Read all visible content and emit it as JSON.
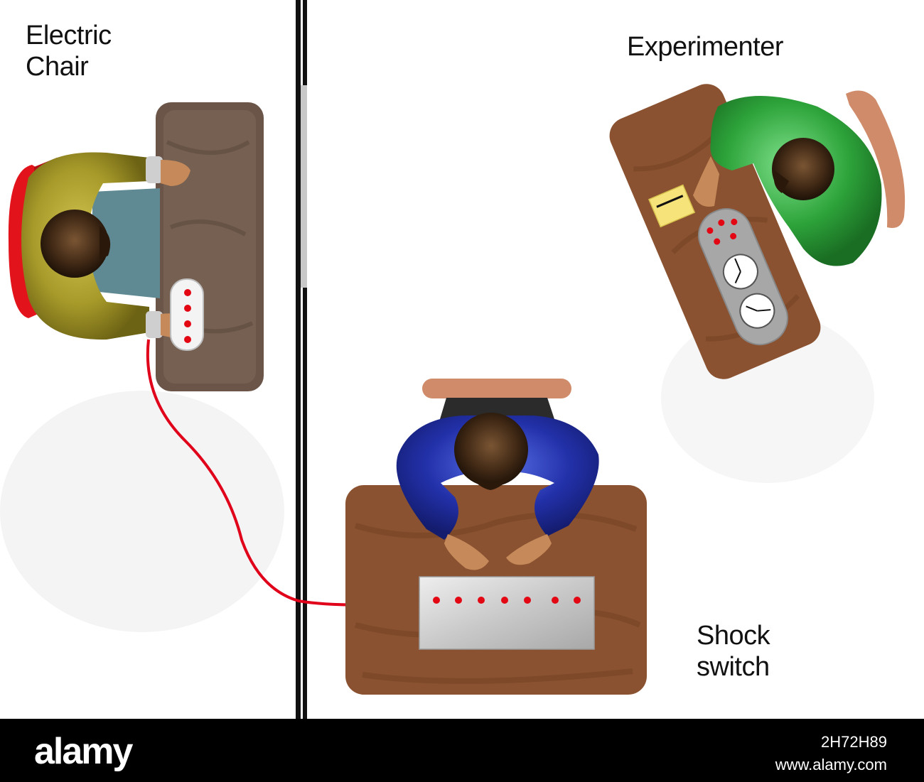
{
  "labels": {
    "electric_chair": [
      "Electric",
      "Chair"
    ],
    "experimenter": "Experimenter",
    "shock_switch": [
      "Shock",
      "switch"
    ]
  },
  "watermark": {
    "logo": "alamy",
    "image_id": "2H72H89",
    "url": "www.alamy.com"
  },
  "colors": {
    "wire": "#e0001a",
    "button_lights": "#e30613",
    "learner_shirt": "#a79a2a",
    "teacher_shirt": "#2230a8",
    "experimenter_shirt": "#2da33a",
    "partition": "#111111"
  },
  "icons": {
    "learner_button_count": 4,
    "shock_panel_light_count": 7,
    "experimenter_console_light_count": 5,
    "experimenter_console_dials": 2
  }
}
